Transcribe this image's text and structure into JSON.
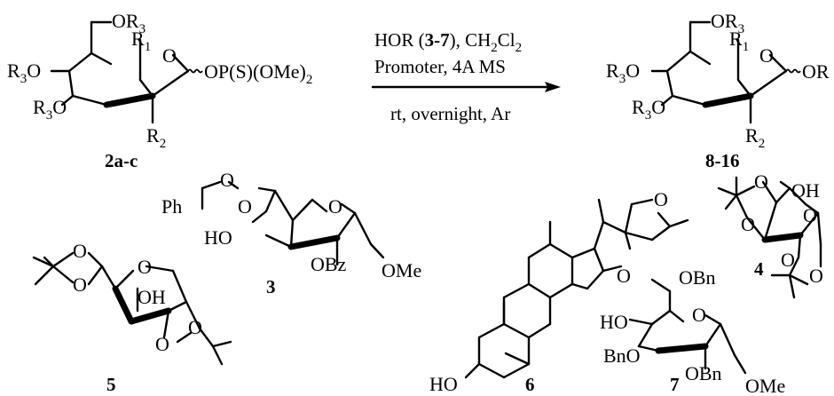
{
  "reaction": {
    "reactant_label": "2a-c",
    "product_label": "8-16",
    "conditions_line1_prefix": "HOR (",
    "conditions_line1_range": "3-7",
    "conditions_line1_solvent": "), CH",
    "conditions_line1_sub2a": "2",
    "conditions_line1_cl": "Cl",
    "conditions_line1_sub2b": "2",
    "conditions_line2": "Promoter, 4A MS",
    "conditions_line3": "rt, overnight, Ar"
  },
  "reactant": {
    "or3_top": "OR",
    "r3_sub": "3",
    "r1": "R",
    "r1_sub": "1",
    "ring_o": "O",
    "r3_left_a": "R",
    "r3_left_a_o": "O",
    "r3_left_b": "R",
    "r3_left_b_o": "O",
    "r2": "R",
    "r2_sub": "2",
    "leaving_group": "OP(S)(OMe)",
    "leaving_group_sub": "2"
  },
  "product": {
    "or3_top": "OR",
    "r3_sub": "3",
    "r1": "R",
    "r1_sub": "1",
    "ring_o": "O",
    "r3_left_a": "R",
    "r3_left_a_o": "O",
    "r3_left_b": "R",
    "r3_left_b_o": "O",
    "r2": "R",
    "r2_sub": "2",
    "anomeric": "OR"
  },
  "acceptors": {
    "c3": {
      "label": "3",
      "ph": "Ph",
      "o1": "O",
      "o2": "O",
      "ring_o": "O",
      "ho": "HO",
      "obz": "OBz",
      "ome": "OMe"
    },
    "c4": {
      "label": "4",
      "oh": "OH",
      "o_a": "O",
      "o_b": "O",
      "ring_o": "O",
      "o_c": "O",
      "o_d": "O"
    },
    "c5": {
      "label": "5",
      "o1": "O",
      "o2": "O",
      "ring_o": "O",
      "oh": "OH",
      "o3": "O",
      "o4": "O"
    },
    "c6": {
      "label": "6",
      "ho": "HO",
      "o_ring1": "O",
      "o_ring2": "O"
    },
    "c7": {
      "label": "7",
      "obn_top": "OBn",
      "ho": "HO",
      "ring_o": "O",
      "bno": "BnO",
      "obn": "OBn",
      "ome": "OMe"
    }
  }
}
